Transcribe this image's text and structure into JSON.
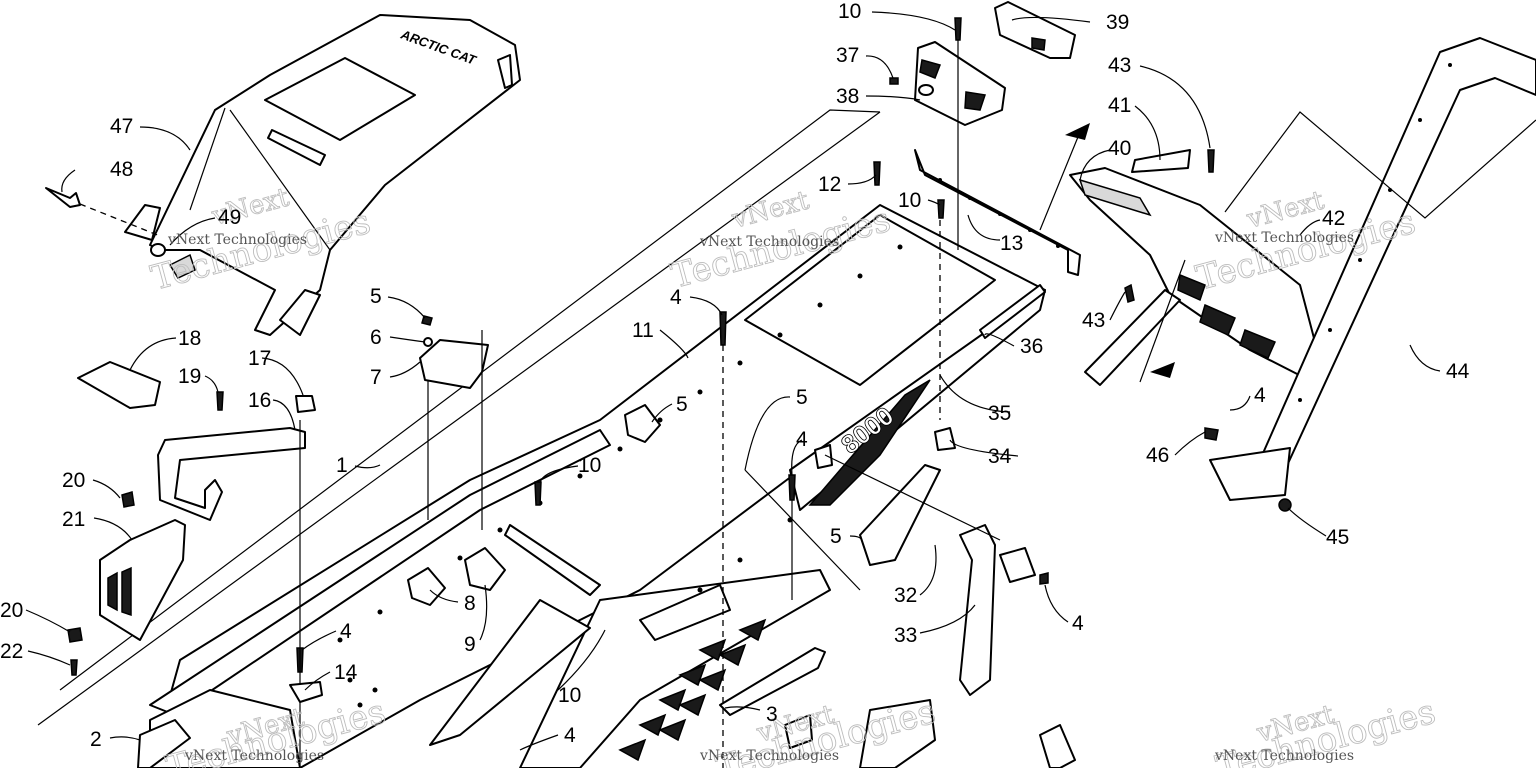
{
  "callouts": [
    {
      "id": "c10a",
      "text": "10"
    },
    {
      "id": "c39",
      "text": "39"
    },
    {
      "id": "c37",
      "text": "37"
    },
    {
      "id": "c38",
      "text": "38"
    },
    {
      "id": "c43a",
      "text": "43"
    },
    {
      "id": "c41",
      "text": "41"
    },
    {
      "id": "c40",
      "text": "40"
    },
    {
      "id": "c47",
      "text": "47"
    },
    {
      "id": "c48",
      "text": "48"
    },
    {
      "id": "c49",
      "text": "49"
    },
    {
      "id": "c12",
      "text": "12"
    },
    {
      "id": "c10b",
      "text": "10"
    },
    {
      "id": "c13",
      "text": "13"
    },
    {
      "id": "c42",
      "text": "42"
    },
    {
      "id": "c43b",
      "text": "43"
    },
    {
      "id": "c5a",
      "text": "5"
    },
    {
      "id": "c4a",
      "text": "4"
    },
    {
      "id": "c11",
      "text": "11"
    },
    {
      "id": "c36",
      "text": "36"
    },
    {
      "id": "c6",
      "text": "6"
    },
    {
      "id": "c18",
      "text": "18"
    },
    {
      "id": "c7",
      "text": "7"
    },
    {
      "id": "c17",
      "text": "17"
    },
    {
      "id": "c19",
      "text": "19"
    },
    {
      "id": "c16",
      "text": "16"
    },
    {
      "id": "c44",
      "text": "44"
    },
    {
      "id": "c5b",
      "text": "5"
    },
    {
      "id": "c5c",
      "text": "5"
    },
    {
      "id": "c35",
      "text": "35"
    },
    {
      "id": "c4b",
      "text": "4"
    },
    {
      "id": "c4c",
      "text": "4"
    },
    {
      "id": "c46",
      "text": "46"
    },
    {
      "id": "c1",
      "text": "1"
    },
    {
      "id": "c34",
      "text": "34"
    },
    {
      "id": "c10c",
      "text": "10"
    },
    {
      "id": "c20a",
      "text": "20"
    },
    {
      "id": "c21",
      "text": "21"
    },
    {
      "id": "c45",
      "text": "45"
    },
    {
      "id": "c5d",
      "text": "5"
    },
    {
      "id": "c8",
      "text": "8"
    },
    {
      "id": "c32",
      "text": "32"
    },
    {
      "id": "c20b",
      "text": "20"
    },
    {
      "id": "c4d",
      "text": "4"
    },
    {
      "id": "c9",
      "text": "9"
    },
    {
      "id": "c33",
      "text": "33"
    },
    {
      "id": "c4e",
      "text": "4"
    },
    {
      "id": "c22",
      "text": "22"
    },
    {
      "id": "c14",
      "text": "14"
    },
    {
      "id": "c10d",
      "text": "10"
    },
    {
      "id": "c3",
      "text": "3"
    },
    {
      "id": "c2",
      "text": "2"
    },
    {
      "id": "c4f",
      "text": "4"
    }
  ],
  "watermark": {
    "brand": "vNext",
    "line": "vNext Technologies",
    "big": "Technologies"
  },
  "decal": {
    "model": "8000"
  },
  "seat_logo": "ARCTIC CAT",
  "colors": {
    "ink": "#000000",
    "watermark": "#bdbdbd",
    "background": "#ffffff"
  }
}
